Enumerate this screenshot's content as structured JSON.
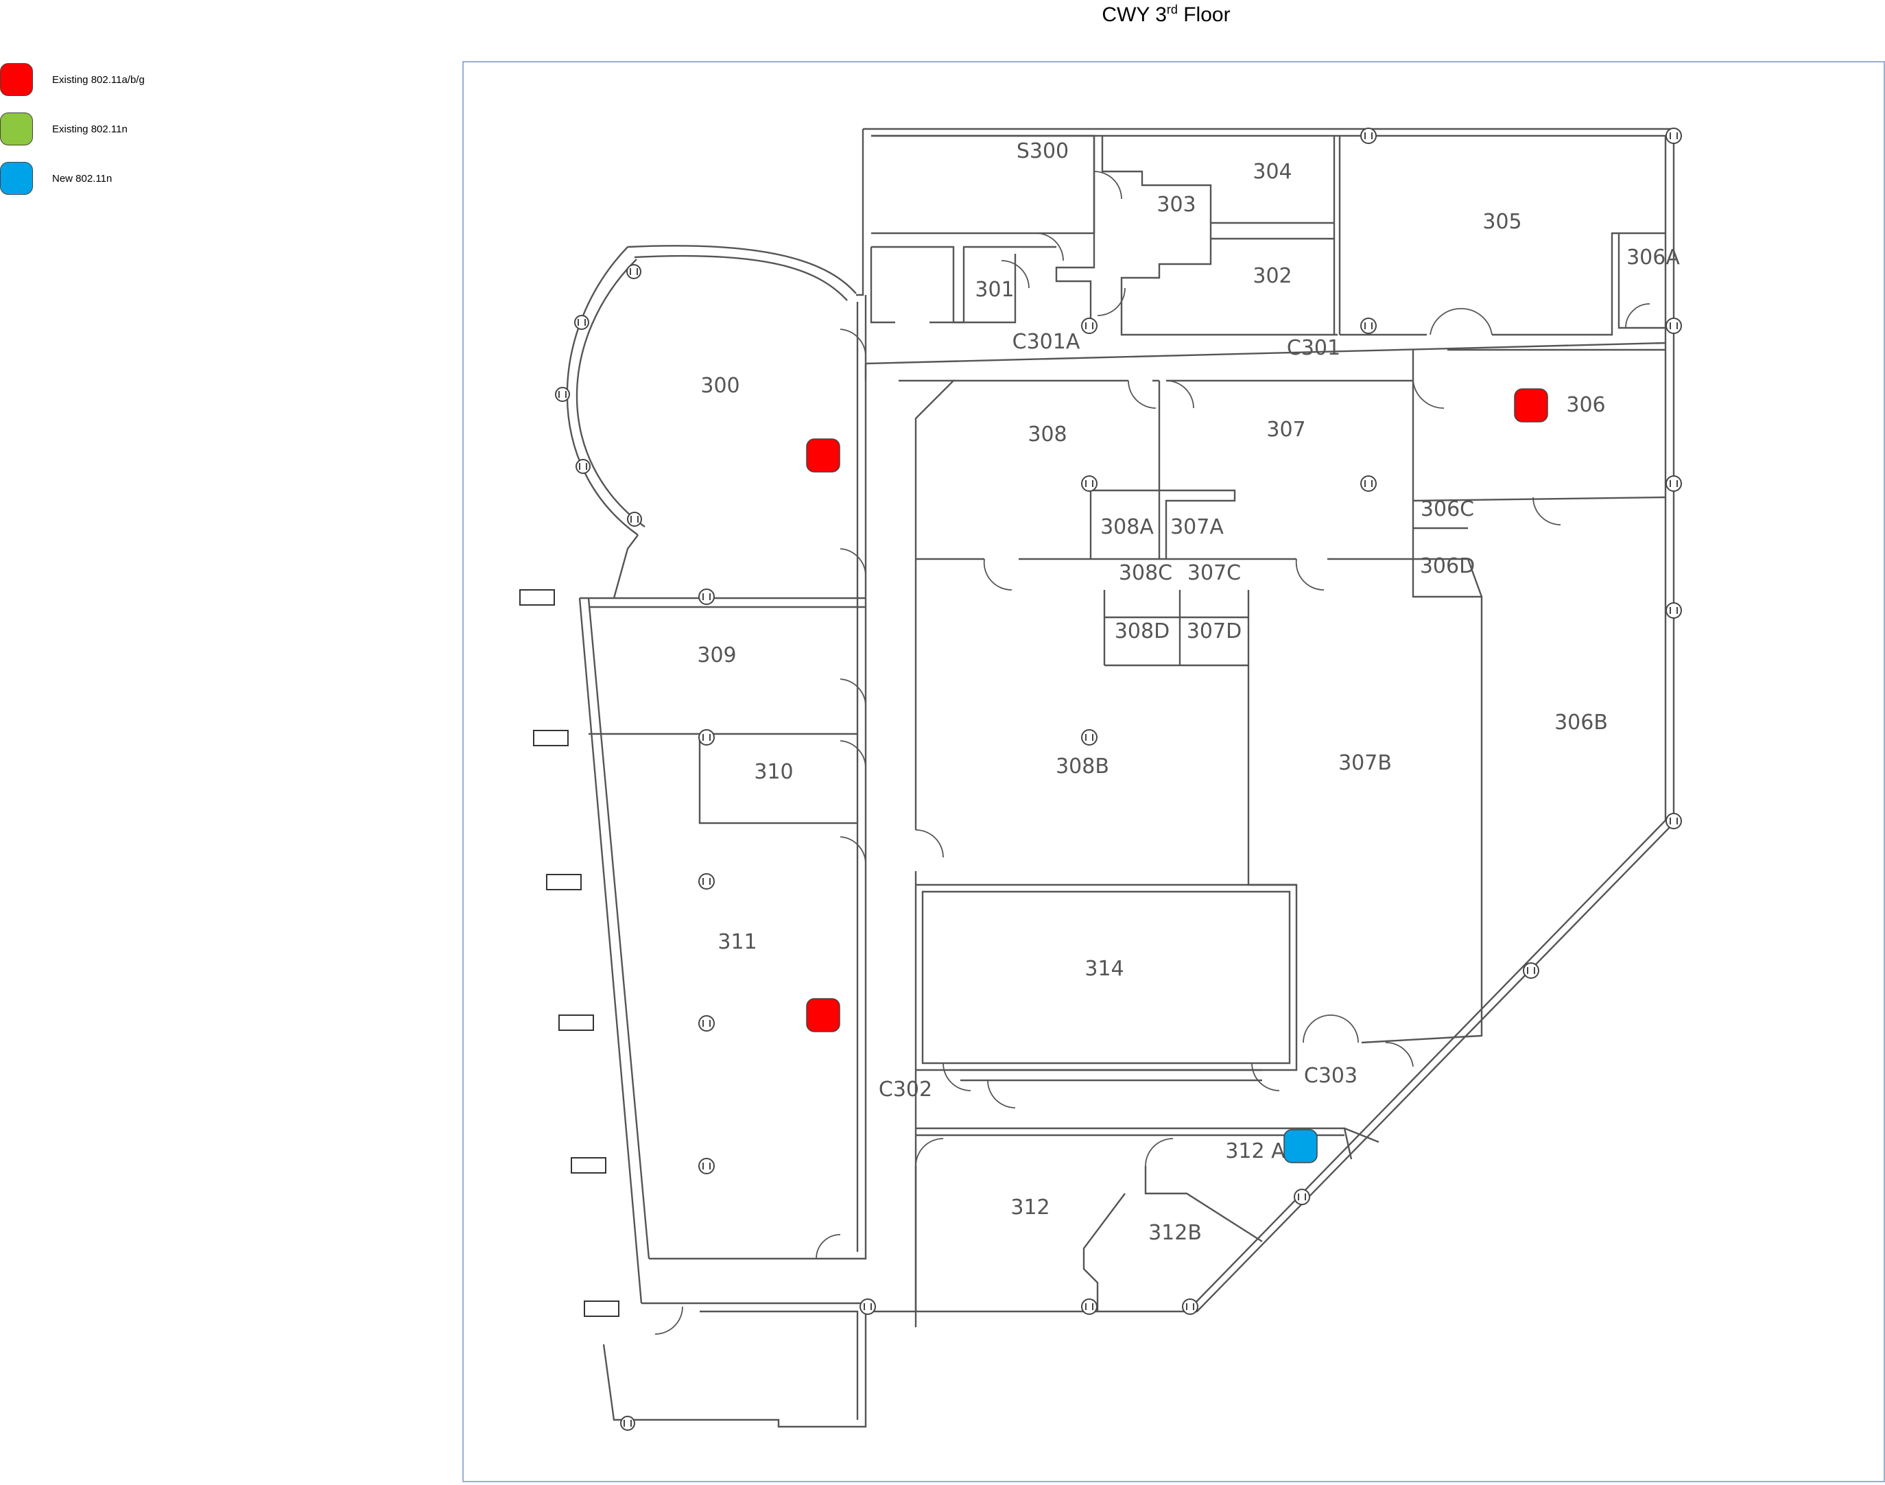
{
  "title": {
    "main": "CWY 3",
    "sup": "rd",
    "rest": " Floor"
  },
  "legend": [
    {
      "label": "Existing 802.11a/b/g",
      "color": "#ff0000"
    },
    {
      "label": "Existing 802.11n",
      "color": "#8dc63f"
    },
    {
      "label": "New 802.11n",
      "color": "#00a2e8"
    }
  ],
  "rooms": {
    "s300": "S300",
    "r304": "304",
    "r303": "303",
    "r305": "305",
    "r302": "302",
    "r306a": "306A",
    "r301": "301",
    "c301a": "C301A",
    "c301": "C301",
    "r300": "300",
    "r306": "306",
    "r308": "308",
    "r307": "307",
    "r308a": "308A",
    "r307a": "307A",
    "r306c": "306C",
    "r306d": "306D",
    "r308c": "308C",
    "r307c": "307C",
    "r309": "309",
    "r308d": "308D",
    "r307d": "307D",
    "r306b": "306B",
    "r310": "310",
    "r308b": "308B",
    "r307b": "307B",
    "r311": "311",
    "r314": "314",
    "c302": "C302",
    "c303": "C303",
    "r312a": "312  A",
    "r312": "312",
    "r312b": "312B"
  },
  "access_points": [
    {
      "id": "ap-300",
      "status": "Existing 802.11a/b/g",
      "color": "#ff0000"
    },
    {
      "id": "ap-306",
      "status": "Existing 802.11a/b/g",
      "color": "#ff0000"
    },
    {
      "id": "ap-311",
      "status": "Existing 802.11a/b/g",
      "color": "#ff0000"
    },
    {
      "id": "ap-312a",
      "status": "New 802.11n",
      "color": "#00a2e8"
    }
  ]
}
